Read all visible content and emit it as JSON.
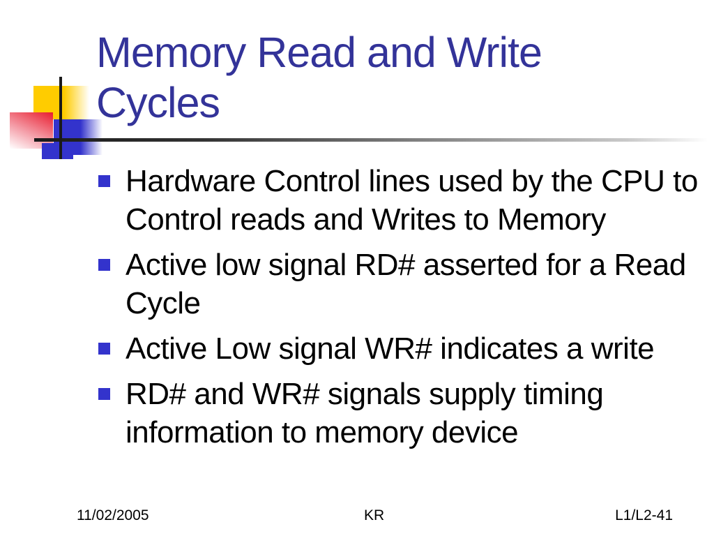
{
  "slide": {
    "title": "Memory Read and Write Cycles",
    "bullets": [
      {
        "text": "Hardware Control lines used by the CPU to Control reads and Writes to Memory"
      },
      {
        "text": "Active low signal RD# asserted for a Read Cycle"
      },
      {
        "text": "Active Low signal WR# indicates a write"
      },
      {
        "text": "RD# and WR# signals supply timing information to memory device"
      }
    ],
    "footer": {
      "date": "11/02/2005",
      "author": "KR",
      "slide_number": "L1/L2-41"
    }
  },
  "colors": {
    "title_text": "#333399",
    "body_text": "#000000",
    "bullet_marker": "#3333CC",
    "accent_yellow": "#FFCC00",
    "accent_red": "#E81C2E",
    "accent_blue": "#3333CC",
    "line_dark": "#1A1A1A"
  }
}
